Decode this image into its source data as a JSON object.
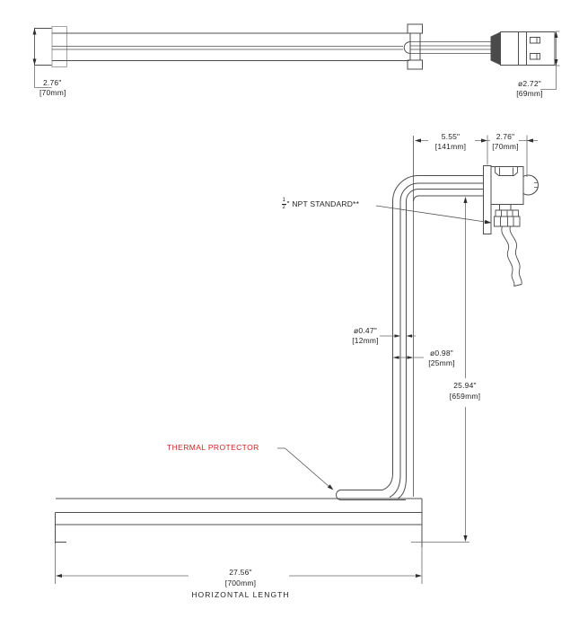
{
  "colors": {
    "bg": "#ffffff",
    "line": "#4d4d4d",
    "dim": "#6a6a6a",
    "text": "#1f1f1f",
    "red": "#cc2222"
  },
  "top_view": {
    "end_width": {
      "in": "2.76\"",
      "mm": "[70mm]"
    },
    "head_diameter": {
      "in": "ø2.72\"",
      "mm": "[69mm]"
    }
  },
  "side_view": {
    "top_offset": {
      "in": "5.55\"",
      "mm": "[141mm]"
    },
    "head_width": {
      "in": "2.76\"",
      "mm": "[70mm]"
    },
    "npt": {
      "num": "1",
      "den": "2",
      "rest": "\" NPT STANDARD**"
    },
    "inner_dia": {
      "in": "ø0.47\"",
      "mm": "[12mm]"
    },
    "outer_dia": {
      "in": "ø0.98\"",
      "mm": "[25mm]"
    },
    "vertical_len": {
      "in": "25.94\"",
      "mm": "[659mm]"
    },
    "thermal_protector": "THERMAL PROTECTOR",
    "horizontal_len": {
      "in": "27.56\"",
      "mm": "[700mm]",
      "caption": "HORIZONTAL LENGTH"
    }
  }
}
